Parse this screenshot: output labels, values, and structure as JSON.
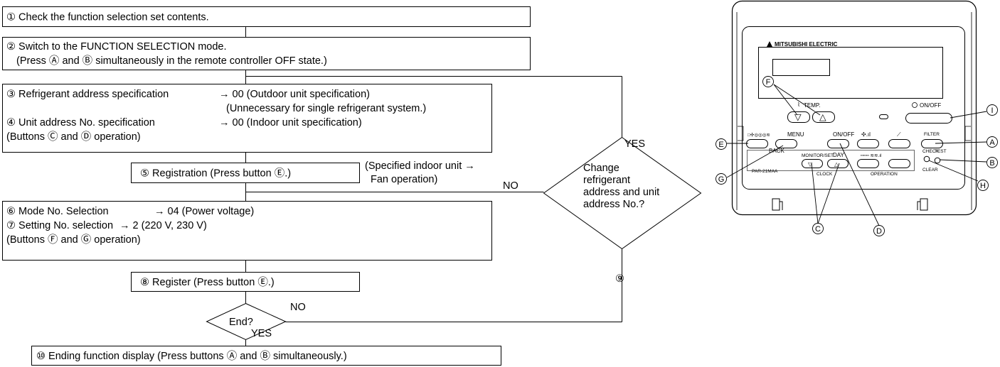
{
  "flow": {
    "step1": "① Check the function selection set contents.",
    "step2_line1": "② Switch to the FUNCTION SELECTION mode.",
    "step2_line2": "(Press Ⓐ and Ⓑ simultaneously in the remote controller OFF state.)",
    "step3_line1": "③ Refrigerant address specification",
    "step3_value": "→ 00 (Outdoor unit specification)",
    "step3_note": "(Unnecessary for single refrigerant system.)",
    "step4_line1": "④ Unit address No. specification",
    "step4_value": "→ 00 (Indoor unit specification)",
    "step34_buttons": "(Buttons Ⓒ and Ⓓ operation)",
    "step5": "⑤ Registration (Press button Ⓔ.)",
    "step5_note_line1": "(Specified indoor unit →",
    "step5_note_line2": "Fan operation)",
    "step6": "⑥ Mode No. Selection",
    "step6_value": "→ 04 (Power voltage)",
    "step7": "⑦ Setting No. selection",
    "step7_value": "→ 2 (220 V, 230 V)",
    "step67_buttons": "(Buttons Ⓕ and Ⓖ operation)",
    "step8": "⑧ Register (Press button Ⓔ.)",
    "step9": "⑨",
    "step10": "⑩ Ending function display (Press buttons Ⓐ and Ⓑ simultaneously.)",
    "decision_change_line1": "Change",
    "decision_change_line2": "refrigerant",
    "decision_change_line3": "address and unit",
    "decision_change_line4": "address No.?",
    "decision_yes": "YES",
    "decision_no": "NO",
    "end_label": "End?",
    "end_no": "NO",
    "end_yes": "YES"
  },
  "remote": {
    "brand": "MITSUBISHI ELECTRIC",
    "temp_label": "TEMP.",
    "onoff_label": "ON/OFF",
    "filter_label": "FILTER",
    "row_menu": "MENU",
    "row_onoff": "ON/OFF",
    "back_label": "BACK",
    "monitor_label": "MONITOR/SET",
    "day_label": "DAY",
    "check_label": "CHECK",
    "test_label": "TEST",
    "clock_label": "CLOCK",
    "operation_label": "OPERATION",
    "clear_label": "CLEAR",
    "model_label": "PAR-21MAA",
    "callouts": {
      "A": "Ⓐ",
      "B": "Ⓑ",
      "C": "Ⓒ",
      "D": "Ⓓ",
      "E": "Ⓔ",
      "F": "Ⓕ",
      "G": "Ⓖ",
      "H": "Ⓗ",
      "I": "Ⓘ"
    }
  }
}
